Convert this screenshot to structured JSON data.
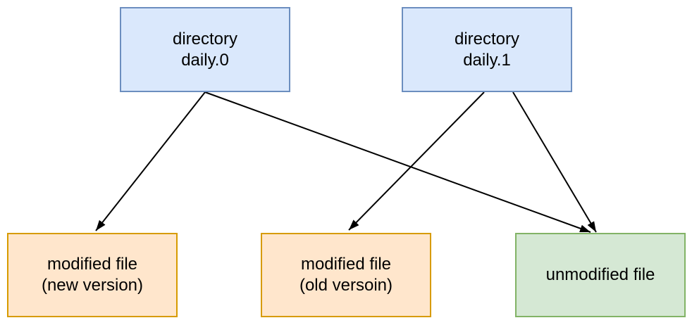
{
  "canvas": {
    "background": "#ffffff"
  },
  "nodes": {
    "daily0": {
      "line1": "directory",
      "line2": "daily.0",
      "fill": "#dae8fc",
      "stroke": "#6c8ebf",
      "text_color": "#000000"
    },
    "daily1": {
      "line1": "directory",
      "line2": "daily.1",
      "fill": "#dae8fc",
      "stroke": "#6c8ebf",
      "text_color": "#000000"
    },
    "modified_new": {
      "line1": "modified file",
      "line2": "(new version)",
      "fill": "#ffe6cc",
      "stroke": "#d79b00",
      "text_color": "#000000"
    },
    "modified_old": {
      "line1": "modified file",
      "line2": "(old versoin)",
      "fill": "#ffe6cc",
      "stroke": "#d79b00",
      "text_color": "#000000"
    },
    "unmodified": {
      "line1": "unmodified file",
      "fill": "#d5e8d4",
      "stroke": "#82b366",
      "text_color": "#000000"
    }
  },
  "edges": [
    {
      "from": "directory daily.0",
      "to": "modified file (new version)"
    },
    {
      "from": "directory daily.0",
      "to": "unmodified file"
    },
    {
      "from": "directory daily.1",
      "to": "modified file (old versoin)"
    },
    {
      "from": "directory daily.1",
      "to": "unmodified file"
    }
  ],
  "edge_style": {
    "color": "#000000",
    "arrowhead": "filled-triangle"
  }
}
